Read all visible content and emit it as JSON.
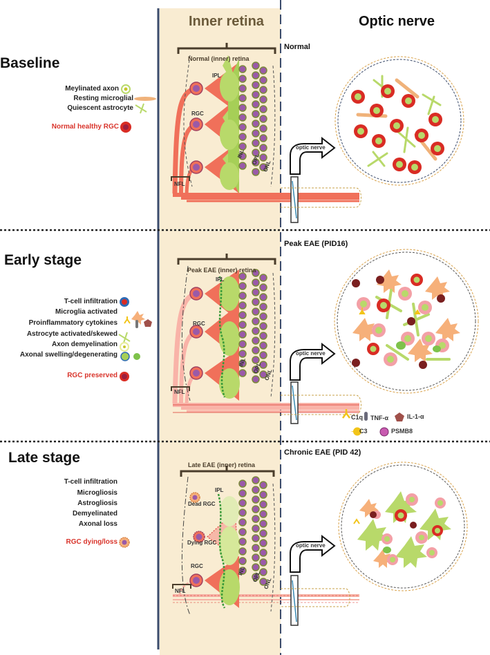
{
  "columns": {
    "inner_retina": "Inner retina",
    "optic_nerve": "Optic nerve"
  },
  "stages": [
    {
      "title": "Baseline",
      "legend": [
        "Meylinated axon",
        "Resting microglial",
        "Quiescent astrocyte"
      ],
      "rgc_status": "Normal healthy RGC",
      "condition": "Normal",
      "retina_label": "Normal  (inner) retina"
    },
    {
      "title": "Early stage",
      "legend": [
        "T-cell infiltration",
        "Microglia activated",
        "Proinflammatory cytokines",
        "Astrocyte activated/skewed",
        "Axon demyelination",
        "Axonal swelling/degenerating"
      ],
      "rgc_status": "RGC preserved",
      "condition": "Peak EAE (PID16)",
      "retina_label": "Peak EAE (inner) retina"
    },
    {
      "title": "Late stage",
      "legend": [
        "T-cell infiltration",
        "Microgliosis",
        "Astrogliosis",
        "Demyelinated",
        "Axonal loss"
      ],
      "rgc_status": "RGC dying/loss",
      "condition": "Chronic EAE (PID 42)",
      "retina_label": "Late EAE (inner) retina"
    }
  ],
  "layers": {
    "ipl": "IPL",
    "inl": "INL",
    "opl": "OPL",
    "onl": "ONL",
    "nfl": "NFL",
    "rgc": "RGC",
    "dead_rgc": "Dead RGC",
    "dying_rgc": "Dying RGC"
  },
  "optic_nerve_arrow": "optic nerve",
  "cytokine_legend": {
    "c1q": "C1q",
    "tnf": "TNF-α",
    "il1": "IL-1-α",
    "c3": "C3",
    "psmb8": "PSMB8"
  },
  "colors": {
    "retina_bg": "#f9ecd2",
    "rgc": "#f0705a",
    "ipl_green": "#b8d96a",
    "nucleus": "#9a5aa8",
    "axon_red": "#d9342b",
    "label_red": "#d9342b",
    "bracket": "#4a3d2b"
  }
}
